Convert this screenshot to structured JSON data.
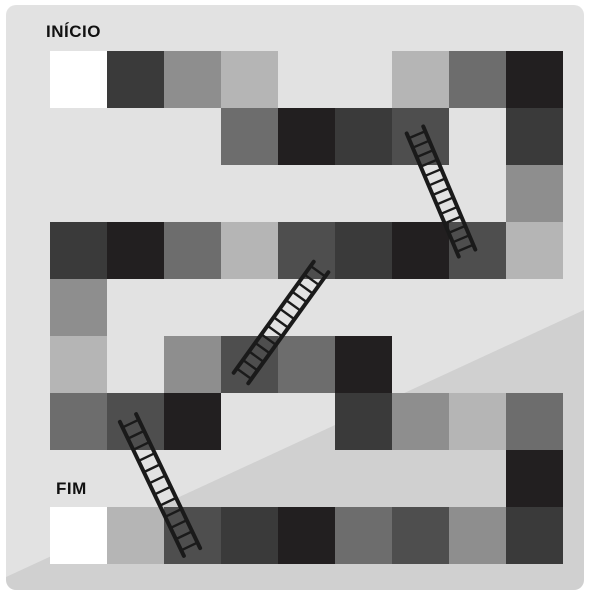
{
  "board": {
    "start_label": "INÍCIO",
    "end_label": "FIM",
    "colors": {
      "background": "#e2e2e2",
      "shadow_overlay": "#000000",
      "ladder": "#1a1a1a",
      "palette": {
        "W": "#ffffff",
        "k": "#221f20",
        "d": "#3a3a3a",
        "s": "#4e4e4e",
        "m": "#6d6d6d",
        "g": "#8e8e8e",
        "l": "#b5b5b5"
      }
    },
    "tiles": [
      [
        "W",
        "d",
        "g",
        "l",
        ".",
        ".",
        "l",
        "m",
        "k"
      ],
      [
        ".",
        ".",
        ".",
        "m",
        "k",
        "d",
        "s",
        ".",
        "d"
      ],
      [
        ".",
        ".",
        ".",
        ".",
        ".",
        ".",
        ".",
        ".",
        "g"
      ],
      [
        "d",
        "k",
        "m",
        "l",
        "s",
        "d",
        "k",
        "s",
        "l"
      ],
      [
        "g",
        ".",
        ".",
        ".",
        ".",
        ".",
        ".",
        ".",
        "."
      ],
      [
        "l",
        ".",
        "g",
        "s",
        "m",
        "k",
        ".",
        ".",
        "."
      ],
      [
        "m",
        "s",
        "k",
        ".",
        ".",
        "d",
        "g",
        "l",
        "m"
      ],
      [
        ".",
        ".",
        ".",
        ".",
        ".",
        ".",
        ".",
        ".",
        "k"
      ],
      [
        "W",
        "l",
        "s",
        "d",
        "k",
        "m",
        "s",
        "g",
        "d"
      ]
    ],
    "ladders": [
      {
        "name": "ladder-top-right",
        "rungs": 13
      },
      {
        "name": "ladder-middle",
        "rungs": 13
      },
      {
        "name": "ladder-bottom-left",
        "rungs": 12
      }
    ]
  }
}
